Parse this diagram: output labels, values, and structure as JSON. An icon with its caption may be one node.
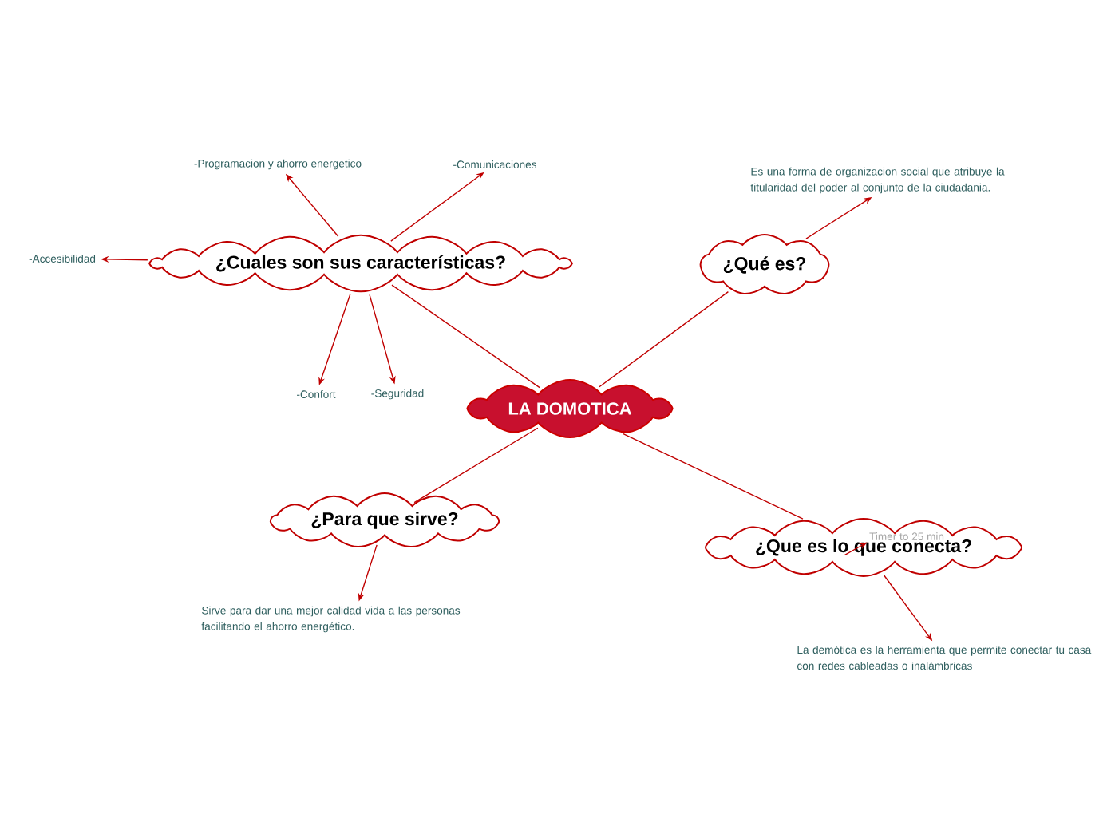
{
  "diagram": {
    "nodes": [
      {
        "text": [
          "LA DOMOTICA"
        ]
      },
      {
        "text": [
          "¿Cuales son sus características?"
        ]
      },
      {
        "text": [
          "¿Qué es?"
        ]
      },
      {
        "text": [
          "¿Para que sirve?"
        ]
      },
      {
        "text": [
          "¿Que es lo que conecta?"
        ]
      },
      {
        "text": [
          "-Programacion y ahorro energetico"
        ]
      },
      {
        "text": [
          "-Comunicaciones"
        ]
      },
      {
        "text": [
          "-Accesibilidad"
        ]
      },
      {
        "text": [
          "-Confort"
        ]
      },
      {
        "text": [
          "-Seguridad"
        ]
      },
      {
        "text": [
          "Es una forma de organizacion social que atribuye la titularidad del poder al conjunto de la ciudadania."
        ]
      },
      {
        "text": [
          "Sirve para dar una mejor calidad vida a las personas facilitando el ahorro energético."
        ]
      },
      {
        "text": [
          "La demótica es la herramienta que permite conectar tu casa con redes cableadas o inalámbricas"
        ]
      },
      {
        "text": [
          "Timer to 25 min"
        ],
        "in": 4
      }
    ],
    "edges": [
      {
        "from": 0,
        "to": 1,
        "arrow": "none"
      },
      {
        "from": 0,
        "to": 2,
        "arrow": "none"
      },
      {
        "from": 0,
        "to": 3,
        "arrow": "none"
      },
      {
        "from": 0,
        "to": 4,
        "arrow": "none"
      },
      {
        "from": 1,
        "to": 5,
        "arrow": "to"
      },
      {
        "from": 1,
        "to": 6,
        "arrow": "to"
      },
      {
        "from": 1,
        "to": 7,
        "arrow": "to"
      },
      {
        "from": 1,
        "to": 8,
        "arrow": "to"
      },
      {
        "from": 1,
        "to": 9,
        "arrow": "to"
      },
      {
        "from": 2,
        "to": 10,
        "arrow": "to"
      },
      {
        "from": 3,
        "to": 11,
        "arrow": "to"
      },
      {
        "from": 4,
        "to": 12,
        "arrow": "to"
      },
      {
        "from": null,
        "to": 13,
        "arrow": "to"
      }
    ]
  }
}
